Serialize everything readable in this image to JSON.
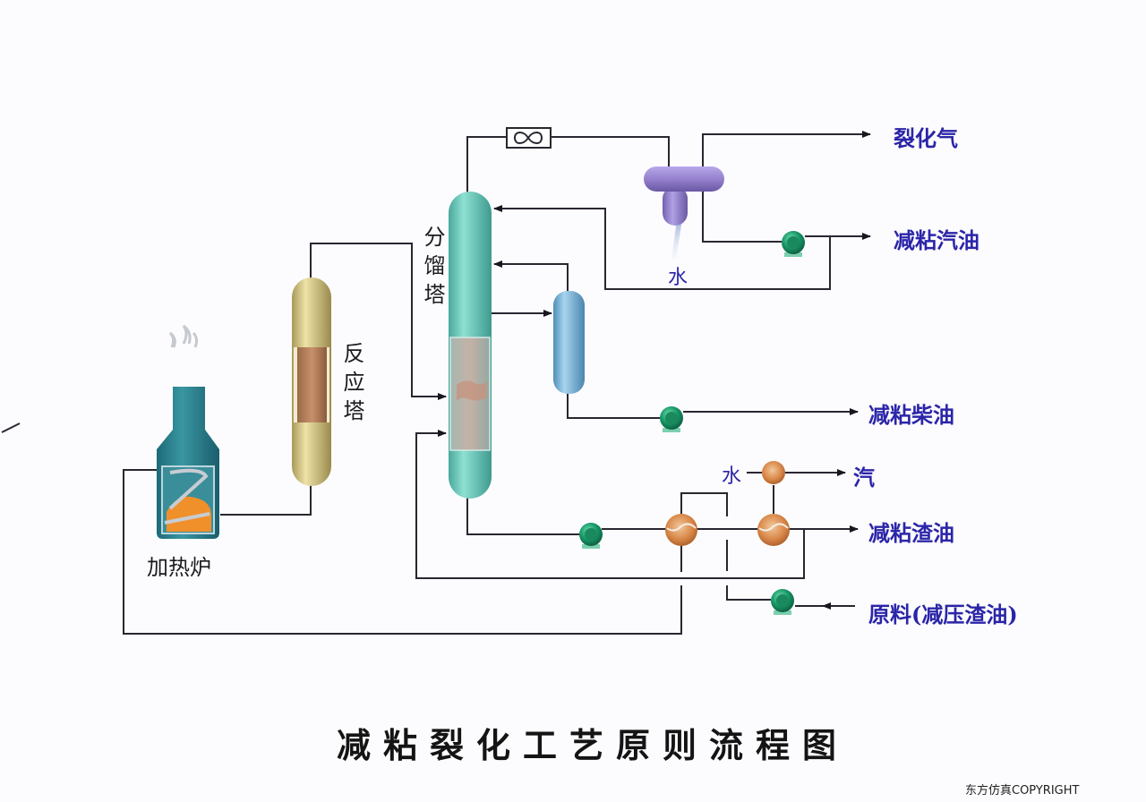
{
  "title": "减粘裂化工艺原则流程图",
  "copyright": "东方仿真COPYRIGHT",
  "equipment": {
    "furnace": "加热炉",
    "reactor": "反应塔",
    "fractionator": "分馏塔",
    "water_spray": "水",
    "water_in": "水"
  },
  "streams": {
    "cracked_gas": "裂化气",
    "gasoline": "减粘汽油",
    "diesel": "减粘柴油",
    "steam": "汽",
    "residue": "减粘渣油",
    "feed": "原料(减压渣油)"
  },
  "colors": {
    "line": "#2a2630",
    "label_blue": "#2b25a8",
    "fractionator": "#6ec9bd",
    "reactor": "#d8c88a",
    "furnace": "#2a7f8a",
    "condenser": "#9a86cf",
    "drum": "#7fb6d8",
    "pump": "#1f9a6a",
    "exchanger": "#d9884a"
  }
}
